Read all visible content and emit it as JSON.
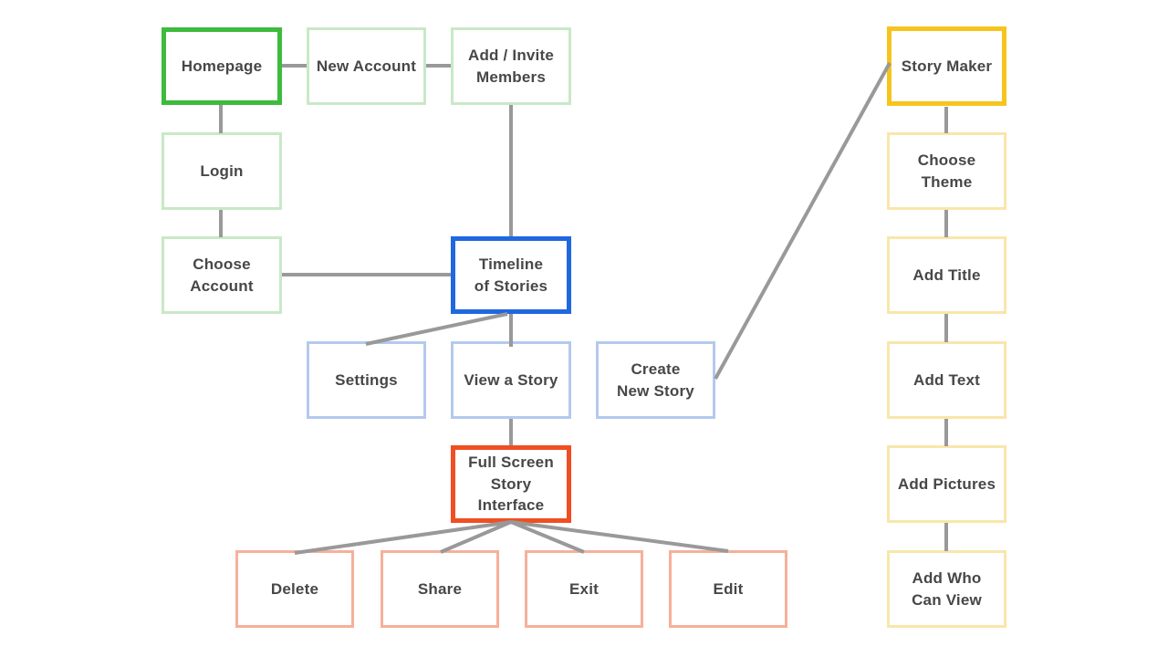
{
  "diagram": {
    "type": "flowchart",
    "background": "#ffffff"
  },
  "colors": {
    "green_strong": "#3dbb3d",
    "green_light": "#c8e9c6",
    "blue_strong": "#1f68e0",
    "blue_light": "#b4c9ef",
    "orange_strong": "#f04f22",
    "salmon_light": "#f6b09a",
    "gold_strong": "#f6c51d",
    "yellow_light": "#f9e6aa",
    "connector": "#999999",
    "text": "#474747"
  },
  "nodes": {
    "homepage": {
      "label": "Homepage",
      "border": "green-strong"
    },
    "new_account": {
      "label": "New Account",
      "border": "green-light"
    },
    "add_invite_members": {
      "label": "Add / Invite\nMembers",
      "border": "green-light"
    },
    "story_maker": {
      "label": "Story Maker",
      "border": "gold-strong"
    },
    "login": {
      "label": "Login",
      "border": "green-light"
    },
    "choose_theme": {
      "label": "Choose\nTheme",
      "border": "yellow-light"
    },
    "choose_account": {
      "label": "Choose\nAccount",
      "border": "green-light"
    },
    "timeline_of_stories": {
      "label": "Timeline\nof Stories",
      "border": "blue-strong"
    },
    "add_title": {
      "label": "Add Title",
      "border": "yellow-light"
    },
    "settings": {
      "label": "Settings",
      "border": "blue-light"
    },
    "view_a_story": {
      "label": "View a Story",
      "border": "blue-light"
    },
    "create_new_story": {
      "label": "Create\nNew Story",
      "border": "blue-light"
    },
    "add_text": {
      "label": "Add Text",
      "border": "yellow-light"
    },
    "full_screen": {
      "label": "Full Screen\nStory Interface",
      "border": "orange-strong"
    },
    "add_pictures": {
      "label": "Add Pictures",
      "border": "yellow-light"
    },
    "delete": {
      "label": "Delete",
      "border": "salmon-light"
    },
    "share": {
      "label": "Share",
      "border": "salmon-light"
    },
    "exit": {
      "label": "Exit",
      "border": "salmon-light"
    },
    "edit": {
      "label": "Edit",
      "border": "salmon-light"
    },
    "add_who_can_view": {
      "label": "Add Who\nCan View",
      "border": "yellow-light"
    }
  },
  "edges": [
    {
      "from": "homepage",
      "to": "new_account"
    },
    {
      "from": "new_account",
      "to": "add_invite_members"
    },
    {
      "from": "homepage",
      "to": "login"
    },
    {
      "from": "login",
      "to": "choose_account"
    },
    {
      "from": "choose_account",
      "to": "timeline_of_stories"
    },
    {
      "from": "add_invite_members",
      "to": "timeline_of_stories"
    },
    {
      "from": "timeline_of_stories",
      "to": "settings"
    },
    {
      "from": "timeline_of_stories",
      "to": "view_a_story"
    },
    {
      "from": "view_a_story",
      "to": "full_screen"
    },
    {
      "from": "full_screen",
      "to": "delete"
    },
    {
      "from": "full_screen",
      "to": "share"
    },
    {
      "from": "full_screen",
      "to": "exit"
    },
    {
      "from": "full_screen",
      "to": "edit"
    },
    {
      "from": "create_new_story",
      "to": "story_maker"
    },
    {
      "from": "story_maker",
      "to": "choose_theme"
    },
    {
      "from": "choose_theme",
      "to": "add_title"
    },
    {
      "from": "add_title",
      "to": "add_text"
    },
    {
      "from": "add_text",
      "to": "add_pictures"
    },
    {
      "from": "add_pictures",
      "to": "add_who_can_view"
    }
  ]
}
